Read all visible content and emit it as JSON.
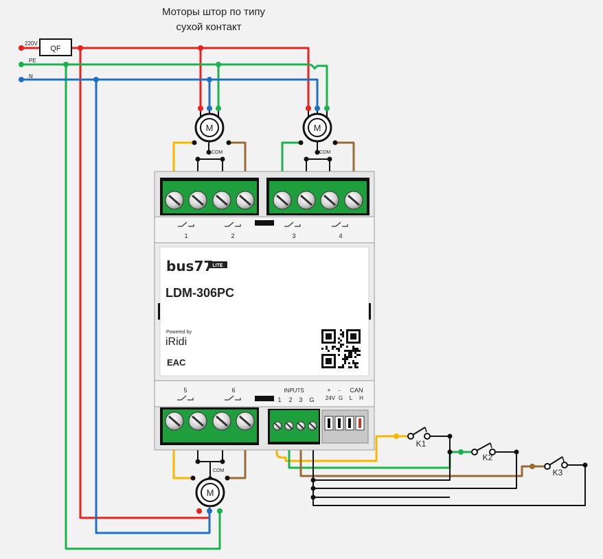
{
  "title_line1": "Моторы штор по типу",
  "title_line2": "сухой контакт",
  "supply": {
    "voltage": "220V",
    "breaker": "QF",
    "pe": "PE",
    "n": "N"
  },
  "motor_label": "M",
  "com_label": "COM",
  "device": {
    "brand": "bus77",
    "badge": "LITE",
    "model": "LDM-306PC",
    "powered_by": "Powered by",
    "powered_brand": "iRidi",
    "eac": "EAC",
    "relays_top": [
      "1",
      "2",
      "3",
      "4"
    ],
    "relays_bottom": [
      "5",
      "6"
    ],
    "inputs_title": "INPUTS",
    "inputs": [
      "1",
      "2",
      "3",
      "G"
    ],
    "plus": "+",
    "minus": "-",
    "v24": "24V",
    "g": "G",
    "can": "CAN",
    "l": "L",
    "h": "H"
  },
  "switches": [
    "K1",
    "K2",
    "K3"
  ],
  "colors": {
    "live": "#e8211c",
    "pe": "#1bb14c",
    "neutral": "#1f6fc4",
    "yellow": "#f5b800",
    "brown": "#9a6a35",
    "black": "#111111",
    "terminal": "#1e9e3c"
  }
}
